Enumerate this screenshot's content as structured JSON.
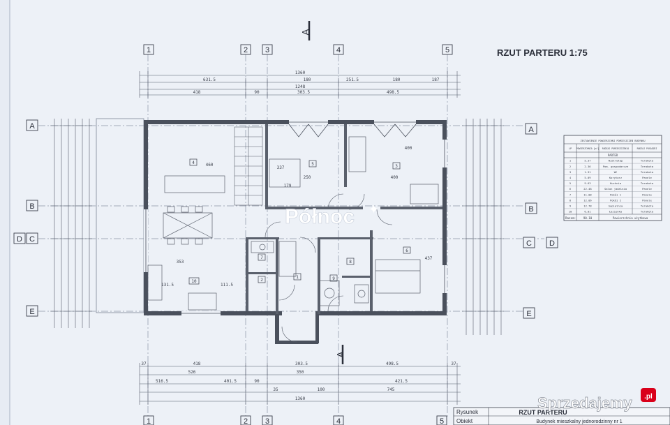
{
  "title": "RZUT PARTERU 1:75",
  "grid_cols": [
    "1",
    "2",
    "3",
    "4",
    "5"
  ],
  "grid_rows_left": [
    "A",
    "B",
    "D",
    "C",
    "E"
  ],
  "grid_rows_right": [
    "A",
    "B",
    "C",
    "D",
    "E"
  ],
  "section_mark": "A",
  "dims_top": {
    "row1": [
      "1360"
    ],
    "row2": [
      "631.5",
      "180",
      "1248",
      "251.5",
      "180",
      "187"
    ],
    "row3": [
      "418",
      "90",
      "303.5",
      "498.5"
    ]
  },
  "dims_bottom": {
    "row1": [
      "37",
      "418",
      "303.5",
      "498.5",
      "37"
    ],
    "row2": [
      "526",
      "401.5",
      "350",
      "421.5"
    ],
    "row3": [
      "516.5",
      "90",
      "35",
      "100",
      "745"
    ],
    "row4": [
      "1360"
    ]
  },
  "room_numbers": [
    "4",
    "5",
    "3",
    "6",
    "1",
    "2",
    "7",
    "8",
    "9",
    "10"
  ],
  "room_dims": [
    "460",
    "353",
    "400",
    "337",
    "179",
    "400",
    "250",
    "437",
    "131.5",
    "111.5"
  ],
  "watermark": {
    "text": "Północ",
    "star": "✦"
  },
  "brand": {
    "name": "Sprzedajemy",
    "suffix": ".pl",
    "color": "#d9001a"
  },
  "table": {
    "title": "ZESTAWIENIE POWIERZCHNI POMIESZCZEŃ BUDYNKU",
    "headers": [
      "LP",
      "POWIERZCHNIA [m²]",
      "RODZAJ POMIESZCZENIA",
      "RODZAJ POSADZKI"
    ],
    "section": "PARTER",
    "rows": [
      [
        "1",
        "5.37",
        "Wiatrołap",
        "Terakota"
      ],
      [
        "2",
        "2.36",
        "Pom. gospodarcze",
        "Terakota"
      ],
      [
        "3",
        "1.31",
        "WC",
        "Terakota"
      ],
      [
        "4",
        "5.09",
        "Korytarz",
        "Panele"
      ],
      [
        "5",
        "9.63",
        "Kuchnia",
        "Terakota"
      ],
      [
        "6",
        "22.48",
        "Salon jadalnia",
        "Panele"
      ],
      [
        "7",
        "11.08",
        "Pokój 1",
        "Panele"
      ],
      [
        "8",
        "12.06",
        "Pokój 2",
        "Panele"
      ],
      [
        "9",
        "12.78",
        "Sypialnia",
        "Terakota"
      ],
      [
        "10",
        "6.01",
        "Łazienka",
        "Terakota"
      ]
    ],
    "total_label": "Razem:",
    "total_value": "90.10",
    "total_note": "Powierzchnia użytkowa"
  },
  "title_block": {
    "label_1": "Rysunek",
    "value_1": "RZUT PARTERU",
    "label_2": "Obiekt",
    "value_2": "Budynek mieszkalny jednorodzinny nr 1"
  }
}
